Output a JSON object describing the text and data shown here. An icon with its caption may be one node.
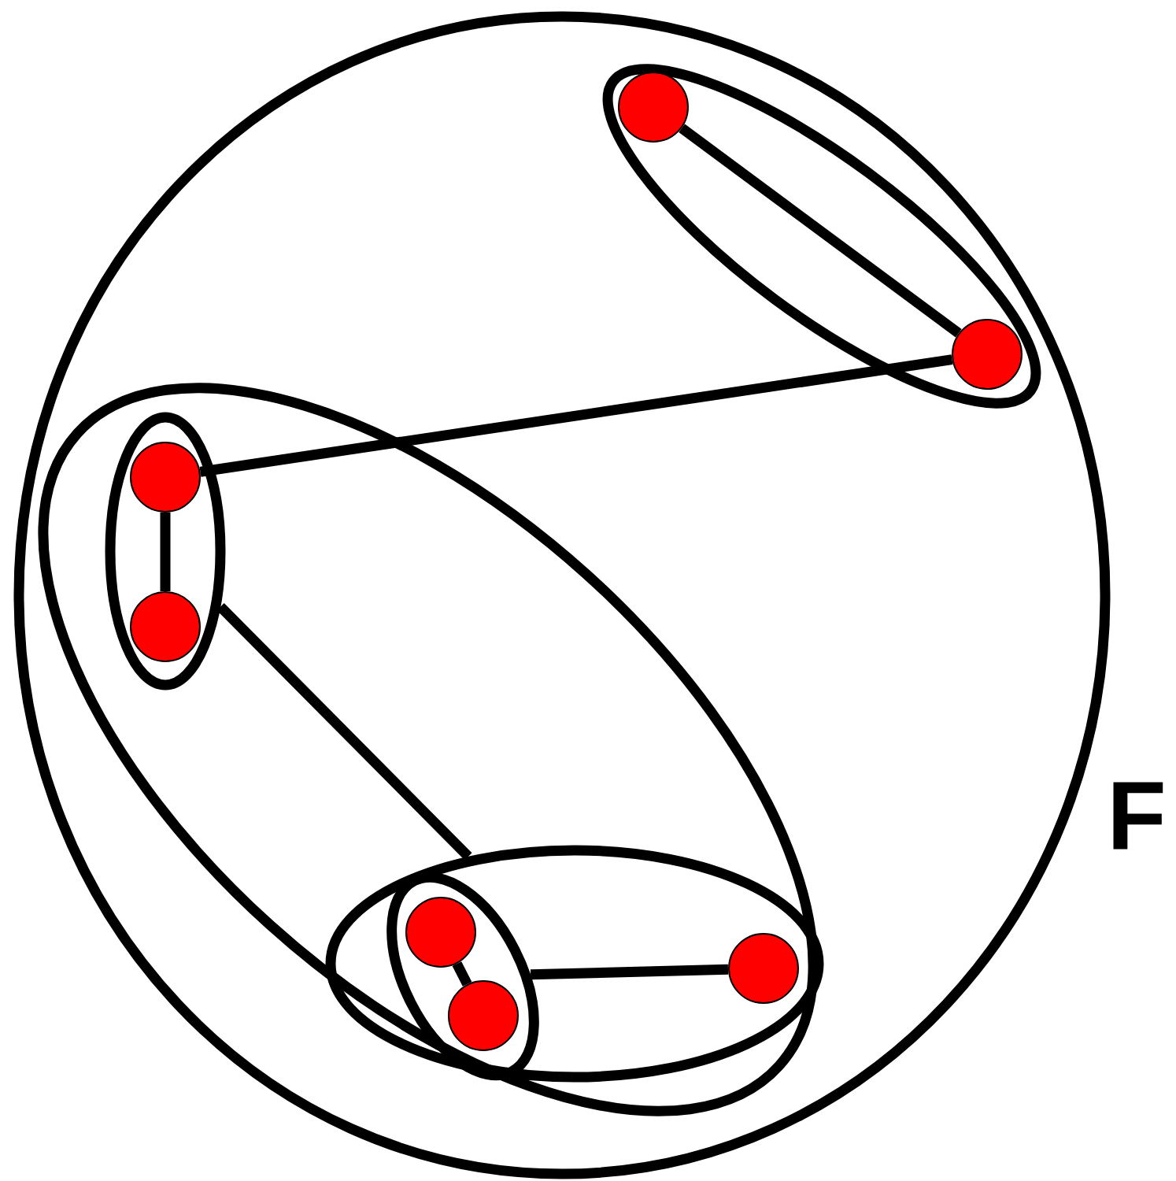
{
  "diagram": {
    "nodes": [
      {
        "text": [],
        "shape": "ellipse",
        "beside": [
          "F"
        ]
      },
      {
        "text": [],
        "shape": "ellipse",
        "in": 0
      },
      {
        "text": [],
        "shape": "circle",
        "in": 1
      },
      {
        "text": [],
        "shape": "circle",
        "in": 1
      },
      {
        "text": [],
        "shape": "ellipse",
        "in": 0
      },
      {
        "text": [],
        "shape": "ellipse",
        "in": 4
      },
      {
        "text": [],
        "shape": "circle",
        "in": 5
      },
      {
        "text": [],
        "shape": "circle",
        "in": 5
      },
      {
        "text": [],
        "shape": "ellipse",
        "in": 4
      },
      {
        "text": [],
        "shape": "ellipse",
        "in": 8
      },
      {
        "text": [],
        "shape": "circle",
        "in": 9
      },
      {
        "text": [],
        "shape": "circle",
        "in": 9
      },
      {
        "text": [],
        "shape": "circle",
        "in": 8
      }
    ],
    "edges": [
      {
        "from": 2,
        "to": 3,
        "arrow": "none"
      },
      {
        "from": 3,
        "to": 6,
        "arrow": "none"
      },
      {
        "from": 6,
        "to": 7,
        "arrow": "none"
      },
      {
        "from": 5,
        "to": 8,
        "arrow": "none"
      },
      {
        "from": 10,
        "to": 11,
        "arrow": "none"
      },
      {
        "from": 9,
        "to": 12,
        "arrow": "none"
      }
    ]
  }
}
